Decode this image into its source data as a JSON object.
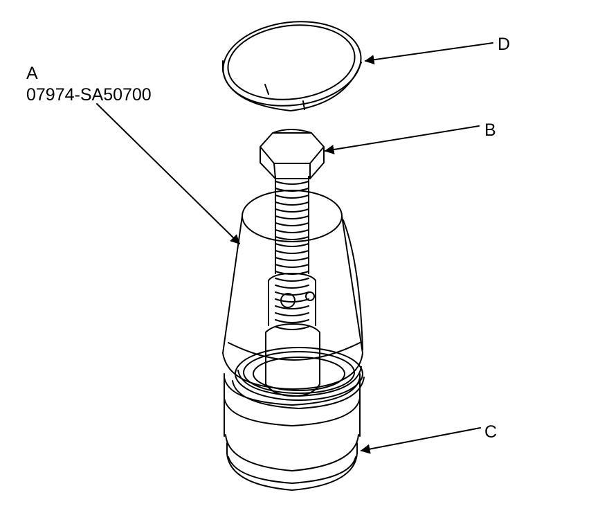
{
  "callouts": {
    "a": {
      "letter": "A",
      "part_number": "07974-SA50700"
    },
    "b": {
      "letter": "B"
    },
    "c": {
      "letter": "C"
    },
    "d": {
      "letter": "D"
    }
  },
  "colors": {
    "ink": "#000000",
    "paper": "#ffffff"
  }
}
